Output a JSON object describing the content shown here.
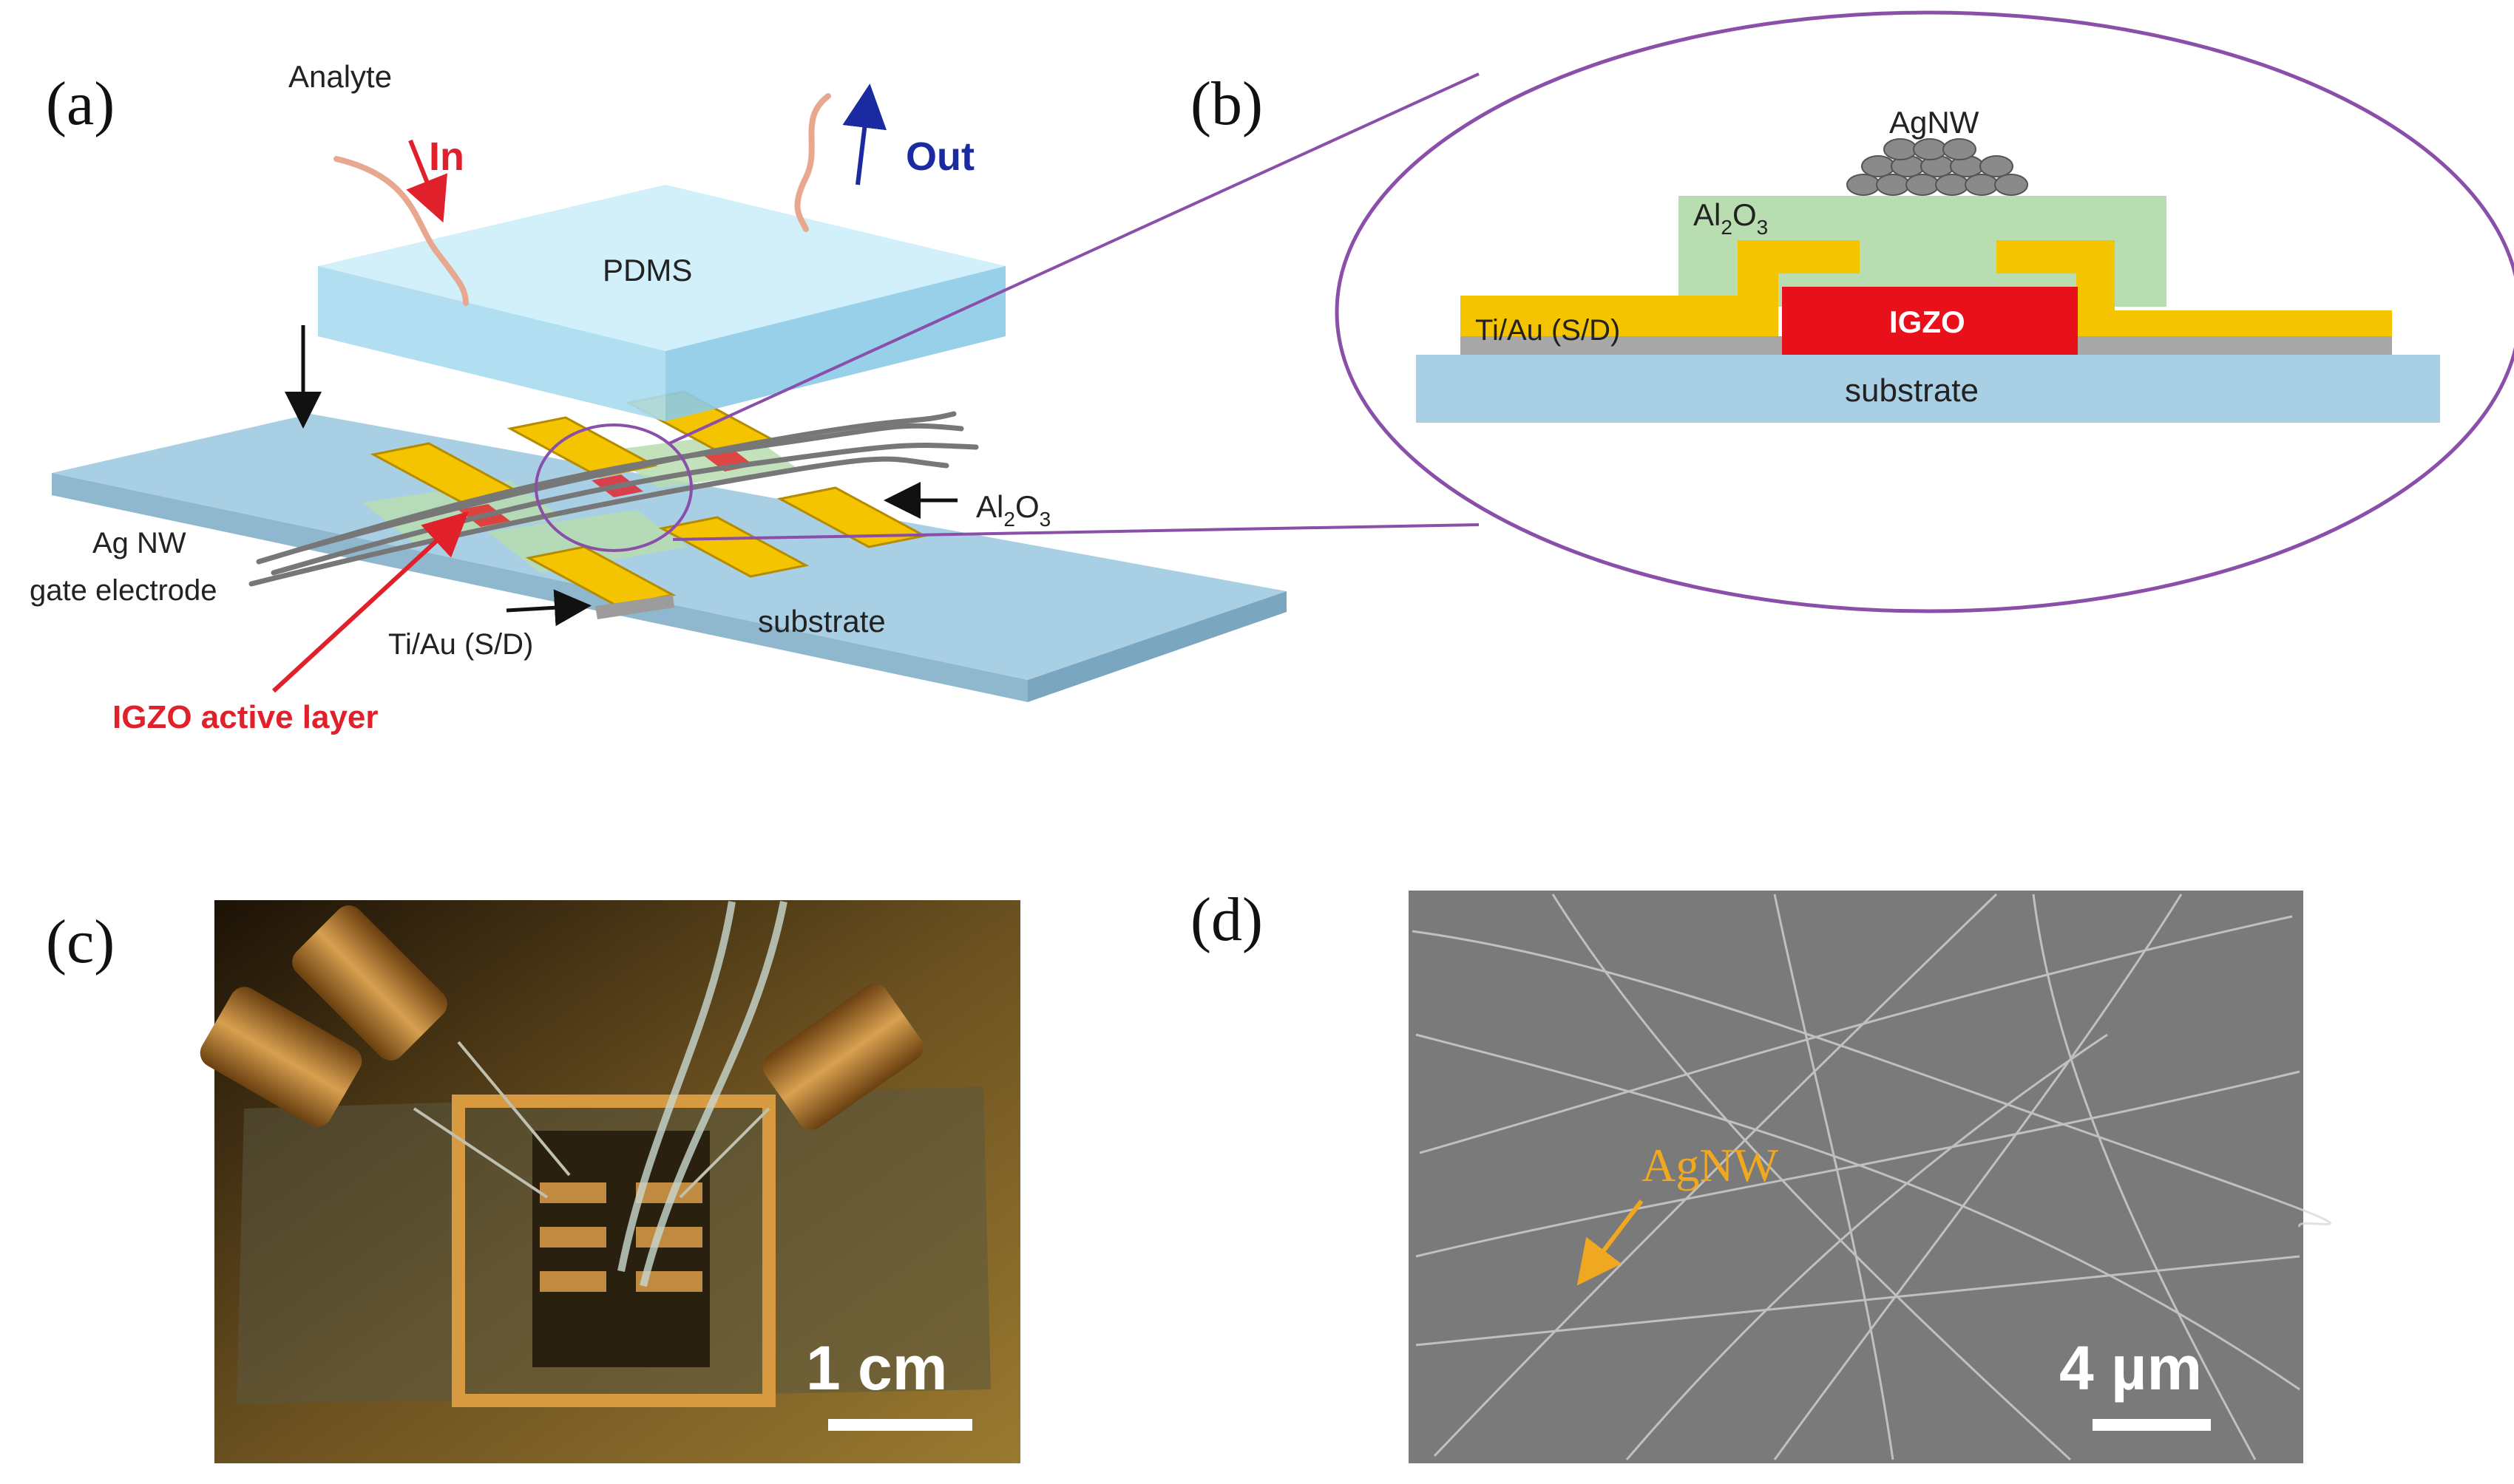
{
  "panels": {
    "a": {
      "label": "(a)",
      "analyte": "Analyte",
      "in": "In",
      "out": "Out",
      "pdms": "PDMS",
      "agnw_gate": [
        "Ag NW",
        "gate electrode"
      ],
      "al2o3": {
        "base": "Al",
        "sub1": "2",
        "mid": "O",
        "sub2": "3"
      },
      "ti_au": "Ti/Au (S/D)",
      "substrate": "substrate",
      "igzo": "IGZO active layer"
    },
    "b": {
      "label": "(b)",
      "agnw": "AgNW",
      "al2o3": {
        "base": "Al",
        "sub1": "2",
        "mid": "O",
        "sub2": "3"
      },
      "ti_au": "Ti/Au (S/D)",
      "igzo": "IGZO",
      "substrate": "substrate"
    },
    "c": {
      "label": "(c)",
      "scale": "1 cm"
    },
    "d": {
      "label": "(d)",
      "agnw": "AgNW",
      "scale": "4 µm"
    }
  },
  "colors": {
    "substrate": "#a9cfe4",
    "pdms": "#b9e5f5",
    "gold": "#f5c400",
    "igzo": "#e8101a",
    "al2o3": "#b8ddb0",
    "ellipse": "#8a4fa8",
    "sem_bg": "#7a7a7a",
    "photo_bg": "#3a2a10",
    "in_arrow": "#e0202a",
    "out_arrow": "#1a2aa0",
    "agnw_label": "#f0a820"
  }
}
